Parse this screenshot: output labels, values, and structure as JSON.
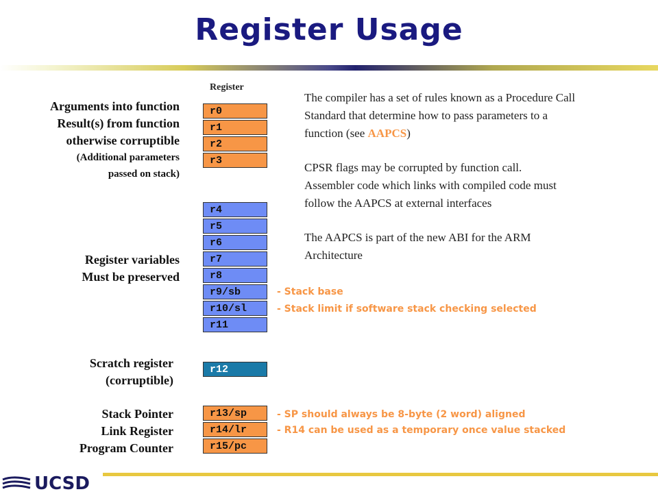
{
  "title": "Register Usage",
  "register_header": "Register",
  "registers": {
    "args": [
      "r0",
      "r1",
      "r2",
      "r3"
    ],
    "vars": [
      "r4",
      "r5",
      "r6",
      "r7",
      "r8",
      "r9/sb",
      "r10/sl",
      "r11"
    ],
    "scratch": "r12",
    "special": [
      "r13/sp",
      "r14/lr",
      "r15/pc"
    ]
  },
  "left_labels": {
    "args_line1": "Arguments into function",
    "args_line2": "Result(s) from function",
    "args_line3": "otherwise corruptible",
    "args_line4": "(Additional parameters",
    "args_line5": "passed on stack)",
    "vars_line1": "Register variables",
    "vars_line2": "Must be preserved",
    "scratch_line1": "Scratch register",
    "scratch_line2": "(corruptible)",
    "sp": "Stack Pointer",
    "lr": "Link Register",
    "pc": "Program Counter"
  },
  "description": {
    "p1_line1": "The compiler has a set of rules known as a Procedure Call",
    "p1_line2": "Standard that determine how to pass parameters to a",
    "p1_line3_pre": "function (see ",
    "p1_line3_hl": "AAPCS",
    "p1_line3_post": ")",
    "p2_line1": "CPSR flags may be corrupted by function call.",
    "p2_line2": "Assembler code which links with compiled code must",
    "p2_line3": "follow the AAPCS at external interfaces",
    "p3_line1": "The AAPCS is part of the new ABI for the ARM",
    "p3_line2": "Architecture"
  },
  "notes": {
    "stack_base": "- Stack base",
    "stack_limit": "- Stack limit if software stack checking selected",
    "sp_align": "- SP should always be 8-byte (2 word) aligned",
    "r14_temp": "- R14 can be used as a temporary once value stacked"
  },
  "logo": {
    "text": "UCSD"
  },
  "colors": {
    "title": "#1a1a80",
    "args_register": "#f79646",
    "var_register": "#6e8cf5",
    "scratch_register": "#1a7aa8",
    "highlight": "#f79646"
  }
}
